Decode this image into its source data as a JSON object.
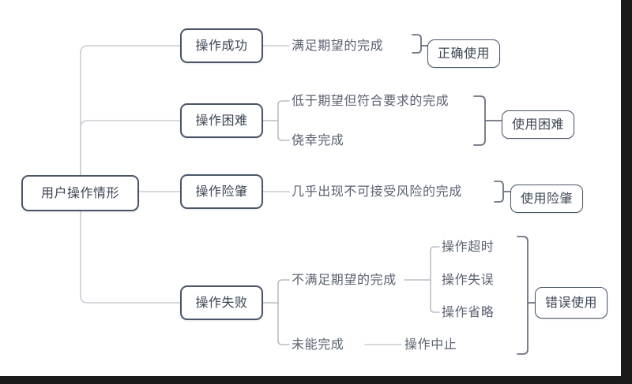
{
  "diagram": {
    "type": "mind-map",
    "title": "用户操作情形",
    "orientation": "left-to-right",
    "colors": {
      "node_border": "#4a5568",
      "node_text": "#3d4654",
      "leaf_text": "#5a6170",
      "trunk_line": "#c9cdd4",
      "bracket_light": "#b9bec7",
      "bracket_dark": "#6b7280",
      "background": "#ffffff",
      "frame": "#1b1b1b"
    },
    "root": {
      "label": "用户操作情形"
    },
    "branches": [
      {
        "id": "success",
        "label": "操作成功",
        "outcome": "正确使用",
        "details": [
          {
            "label": "满足期望的完成",
            "children": []
          }
        ]
      },
      {
        "id": "difficult",
        "label": "操作困难",
        "outcome": "使用困难",
        "details": [
          {
            "label": "低于期望但符合要求的完成",
            "children": []
          },
          {
            "label": "侥幸完成",
            "children": []
          }
        ]
      },
      {
        "id": "nearmiss",
        "label": "操作险肇",
        "outcome": "使用险肇",
        "details": [
          {
            "label": "几乎出现不可接受风险的完成",
            "children": []
          }
        ]
      },
      {
        "id": "failure",
        "label": "操作失败",
        "outcome": "错误使用",
        "details": [
          {
            "label": "不满足期望的完成",
            "children": [
              "操作超时",
              "操作失误",
              "操作省略"
            ]
          },
          {
            "label": "未能完成",
            "children": [
              "操作中止"
            ]
          }
        ]
      }
    ]
  }
}
